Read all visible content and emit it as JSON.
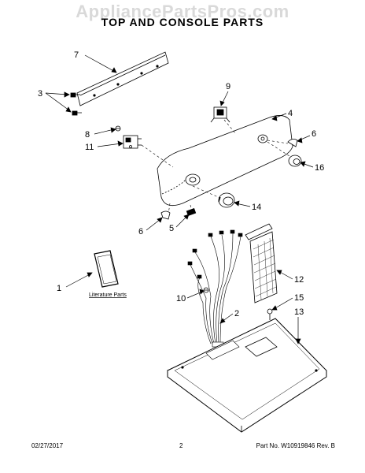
{
  "watermark": "AppliancePartsPros.com",
  "title": "TOP AND CONSOLE PARTS",
  "callouts": {
    "c1": "1",
    "c2": "2",
    "c3": "3",
    "c4": "4",
    "c5": "5",
    "c6a": "6",
    "c6b": "6",
    "c7": "7",
    "c8": "8",
    "c9": "9",
    "c10": "10",
    "c11": "11",
    "c12": "12",
    "c13": "13",
    "c14": "14",
    "c15": "15",
    "c16": "16"
  },
  "literature_label": "Literature Parts",
  "footer": {
    "date": "02/27/2017",
    "page": "2",
    "part_rev": "Part No. W10919846  Rev. B"
  }
}
